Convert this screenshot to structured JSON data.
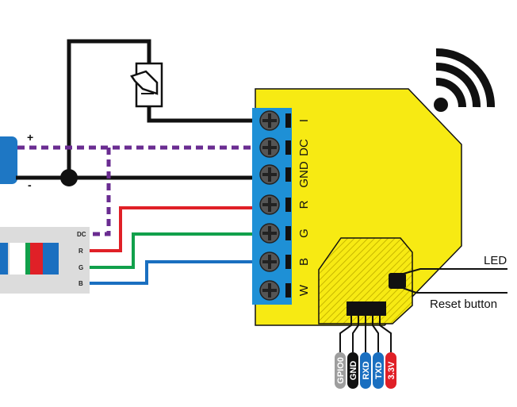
{
  "terminals": [
    "I",
    "DC",
    "GND",
    "R",
    "G",
    "B",
    "W"
  ],
  "power": {
    "plus": "+",
    "minus": "-"
  },
  "strip_labels": [
    "DC",
    "R",
    "G",
    "B"
  ],
  "callouts": {
    "led": "LED",
    "reset": "Reset button"
  },
  "pins": [
    {
      "label": "GPIO0",
      "color": "#9e9e9e"
    },
    {
      "label": "GND",
      "color": "#111111"
    },
    {
      "label": "RXD",
      "color": "#1a6fc0"
    },
    {
      "label": "TXD",
      "color": "#1a6fc0"
    },
    {
      "label": "3.3V",
      "color": "#e02027"
    }
  ],
  "colors": {
    "board": "#f7ea13",
    "terminal_block": "#1e90d6",
    "wire_black": "#111111",
    "wire_red": "#e02027",
    "wire_green": "#11a04b",
    "wire_blue": "#1a6fc0",
    "wire_dc": "#6a2c91"
  },
  "icons": [
    "wifi-icon",
    "rocker-switch-icon",
    "screw-icon"
  ]
}
